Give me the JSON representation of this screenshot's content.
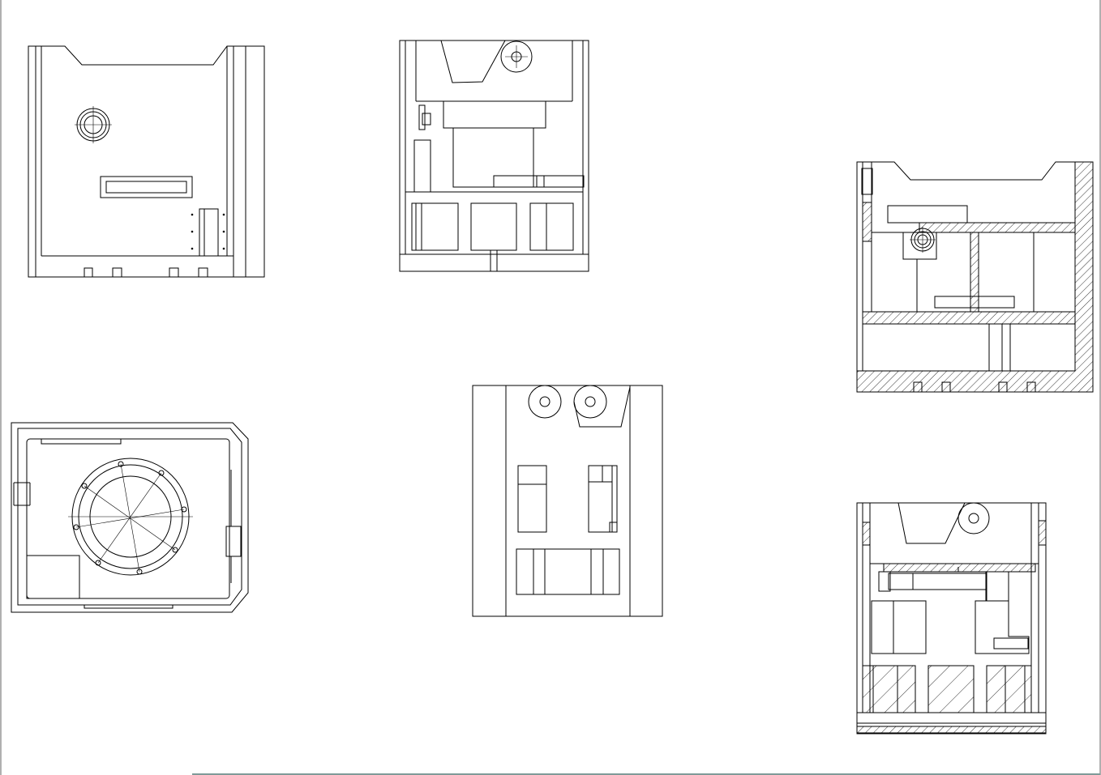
{
  "sheet": {
    "background": "#ffffff",
    "line_color": "#000000",
    "frame_color": "#b0b0b0",
    "bottom_rule_color": "#7f9a98"
  },
  "views": [
    {
      "id": "view-top-left",
      "kind": "elevation"
    },
    {
      "id": "view-top-middle",
      "kind": "elevation"
    },
    {
      "id": "view-right-section-top",
      "kind": "section"
    },
    {
      "id": "view-bottom-left",
      "kind": "plan"
    },
    {
      "id": "view-bottom-middle",
      "kind": "elevation"
    },
    {
      "id": "view-right-section-bottom",
      "kind": "section"
    }
  ]
}
